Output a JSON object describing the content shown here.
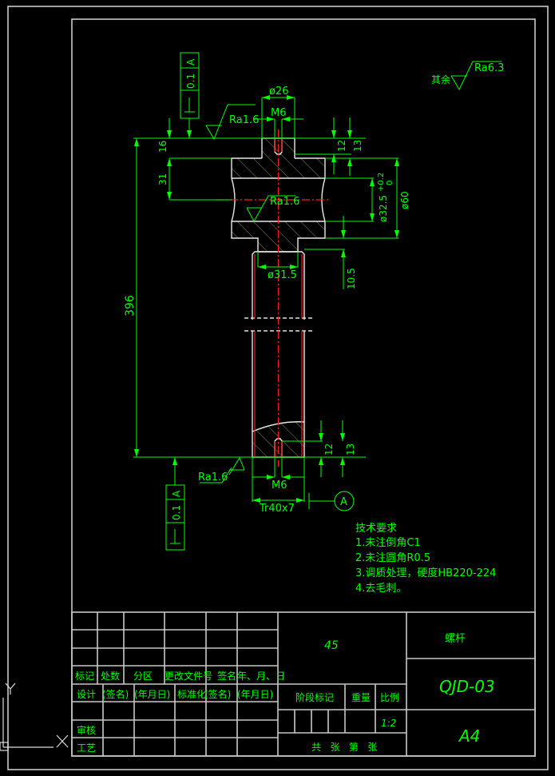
{
  "drawing": {
    "surface_roughness_general": {
      "prefix": "其余",
      "value": "Ra6.3"
    },
    "dimensions": {
      "top_boss_dia": "ø26",
      "top_thread": "M6",
      "ra_top": "Ra1.6",
      "ra_waist": "Ra1.6",
      "ra_bottom": "Ra1.6",
      "dim_16": "16",
      "dim_31": "31",
      "dim_396": "396",
      "dim_12_top": "12",
      "dim_13_top": "13",
      "dim_32_5": "ø32.5",
      "tol_upper": "+0.2",
      "tol_lower": "0",
      "dim_60": "ø60",
      "dim_31_5": "ø31.5",
      "dim_10_5": "10.5",
      "dim_12_bot": "12",
      "dim_13_bot": "13",
      "bottom_thread": "M6",
      "trapezoid_thread": "Tr40x7"
    },
    "tolerance_frames": {
      "top": {
        "symbol": "⊥",
        "value": "0.1",
        "datum": "A"
      },
      "bottom": {
        "symbol": "⊥",
        "value": "0.1",
        "datum": "A"
      }
    },
    "datum_label": "A",
    "technical_requirements": {
      "title": "技术要求",
      "items": [
        "1.未注倒角C1",
        "2.未注圆角R0.5",
        "3.调质处理，硬度HB220-224",
        "4.去毛刺。"
      ]
    }
  },
  "title_block": {
    "material": "45",
    "part_name": "螺杆",
    "drawing_number": "QJD-03",
    "sheet_size": "A4",
    "scale": "1:2",
    "header_row": [
      "标记",
      "处数",
      "分区",
      "更改文件号",
      "签名",
      "年、月、日"
    ],
    "design_row": [
      "设计",
      "(签名)",
      "(年月日)",
      "标准化",
      "(签名)",
      "(年月日)"
    ],
    "review_label": "审核",
    "process_label": "工艺",
    "stage_mark": "阶段标记",
    "weight": "重量",
    "ratio": "比例",
    "sheets": "共   张   第   张"
  },
  "ucs": {
    "y_axis": "Y",
    "x_axis": "X"
  },
  "colors": {
    "background": "#000000",
    "dimension": "#00ff00",
    "outline": "#e8e8e8",
    "centerline": "#ff1a1a",
    "frame": "#c8c8c8"
  }
}
